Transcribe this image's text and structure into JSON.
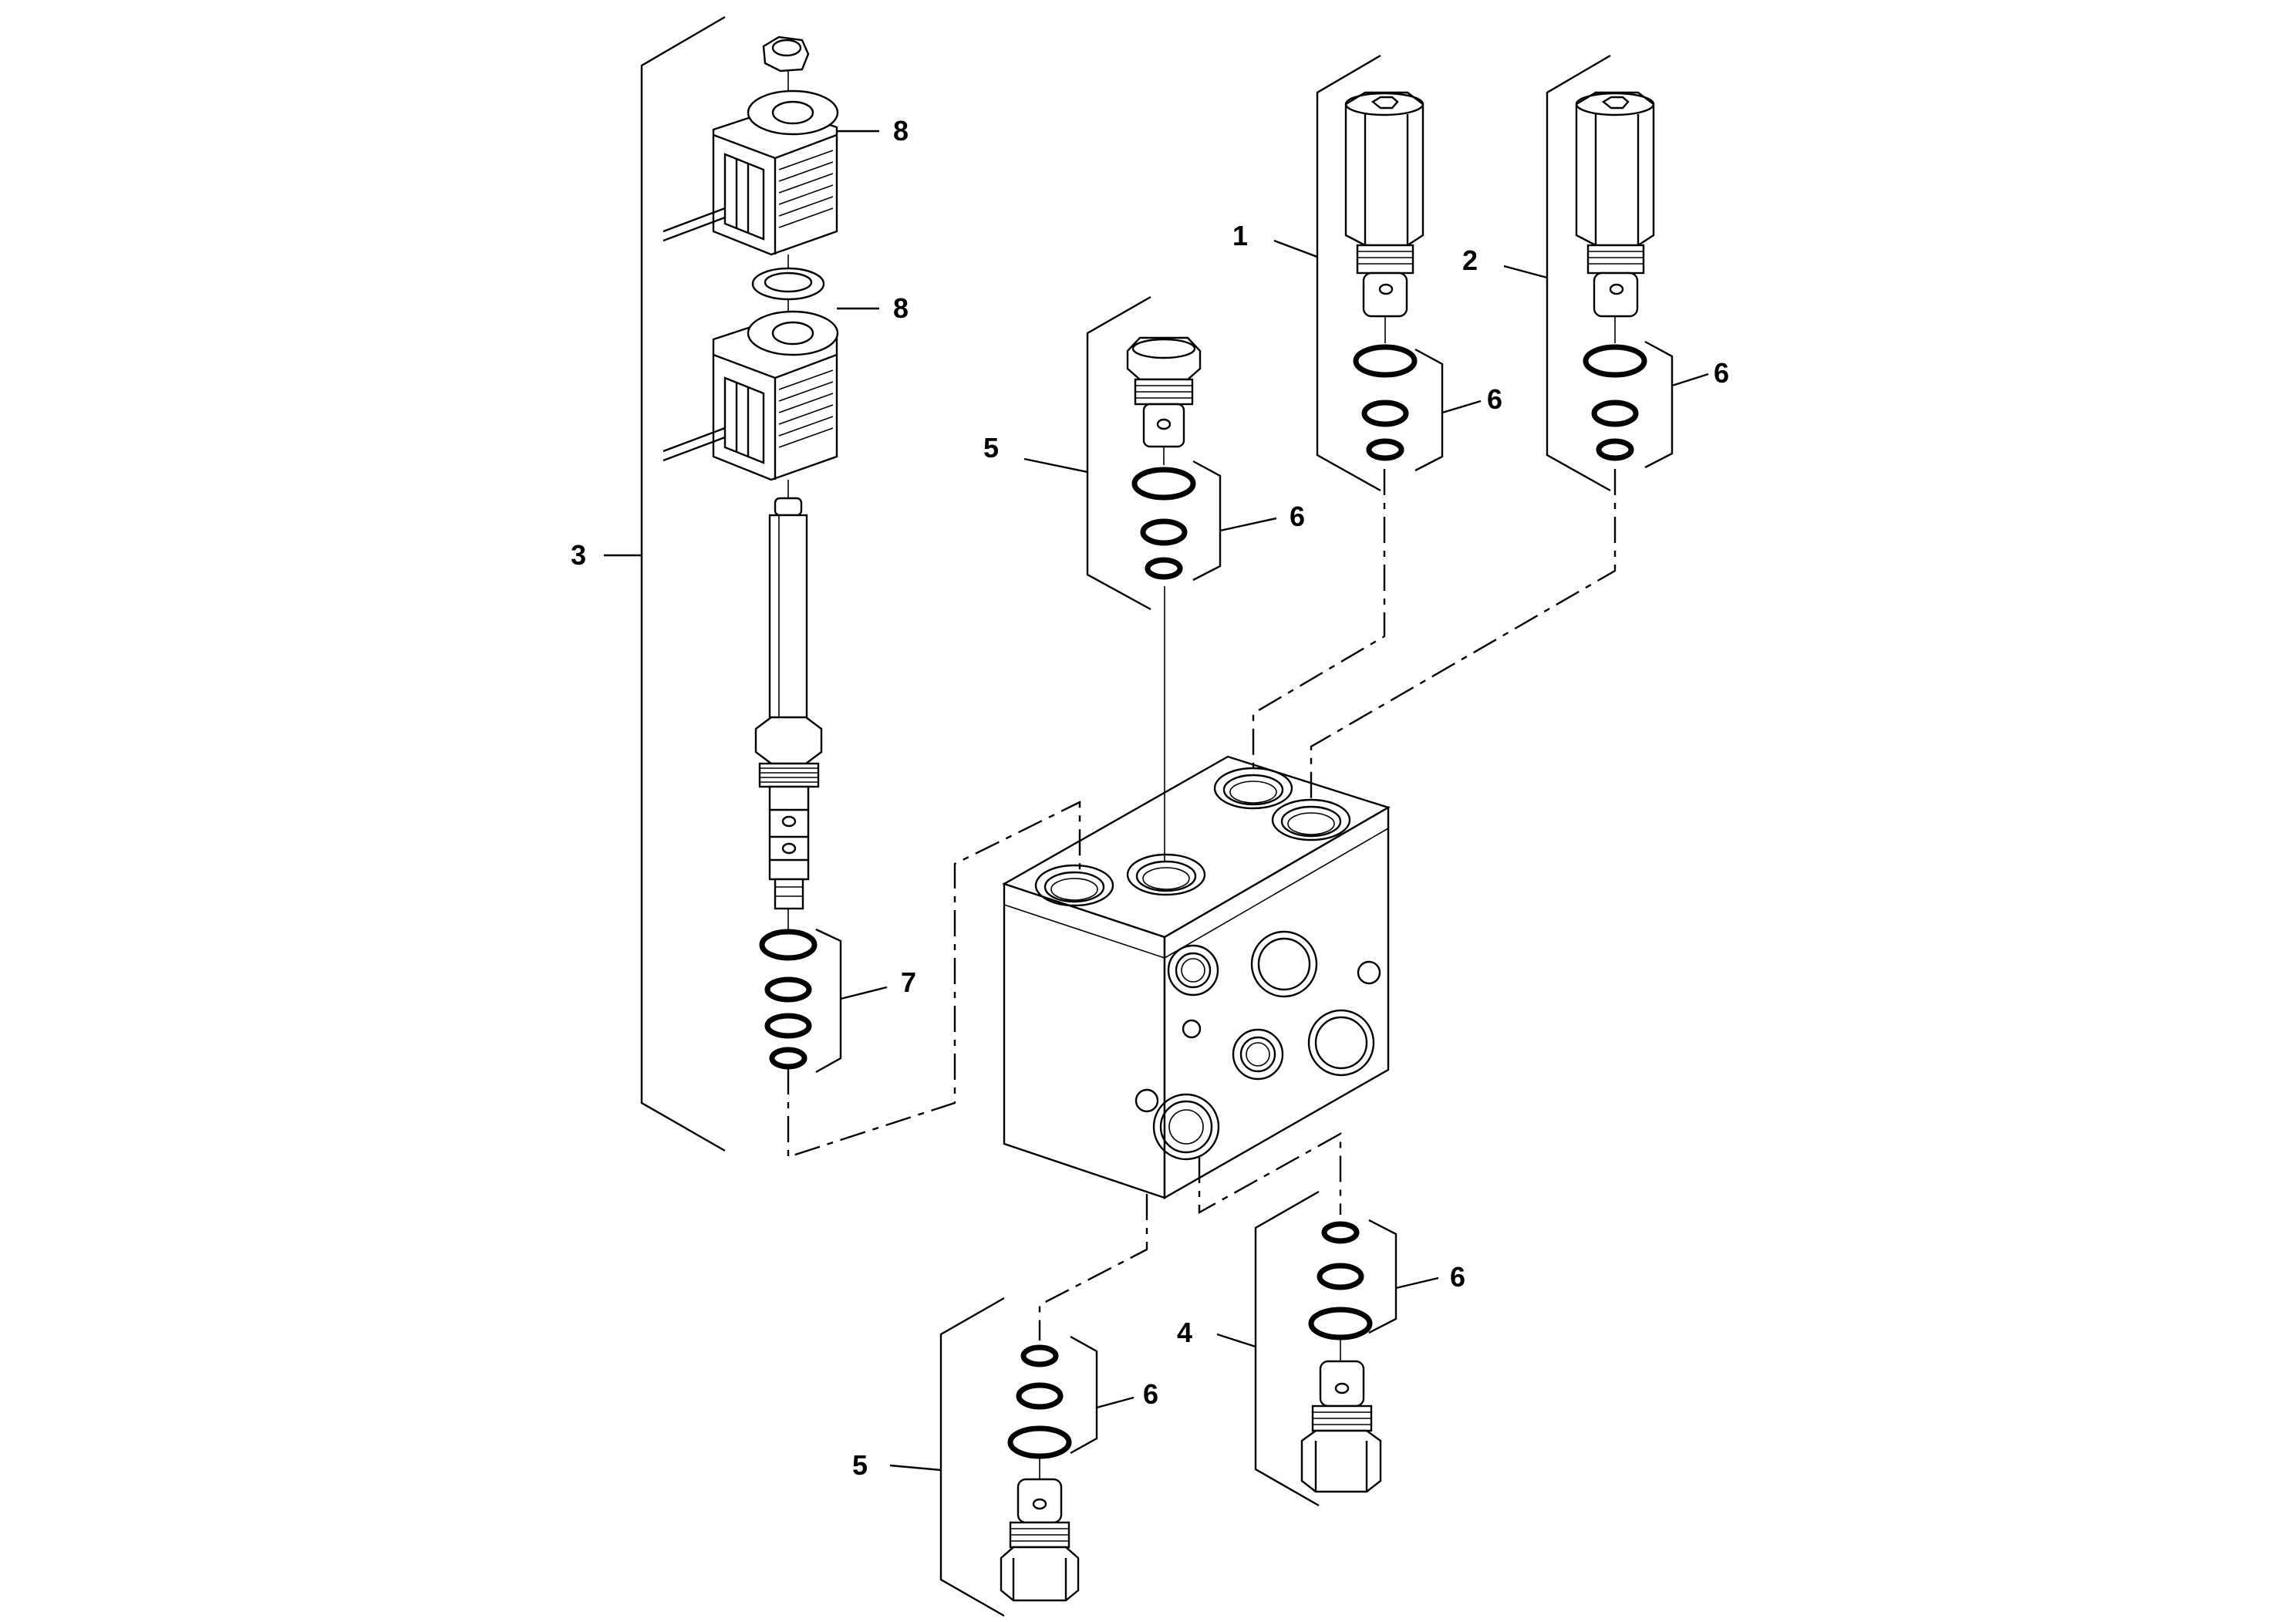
{
  "diagram": {
    "callouts": {
      "c1": "1",
      "c2": "2",
      "c3": "3",
      "c4": "4",
      "c5_top": "5",
      "c5_bottom": "5",
      "c6_top_a": "6",
      "c6_top_b": "6",
      "c6_top_c": "6",
      "c6_bottom_a": "6",
      "c6_bottom_b": "6",
      "c7": "7",
      "c8_upper": "8",
      "c8_lower": "8"
    }
  }
}
